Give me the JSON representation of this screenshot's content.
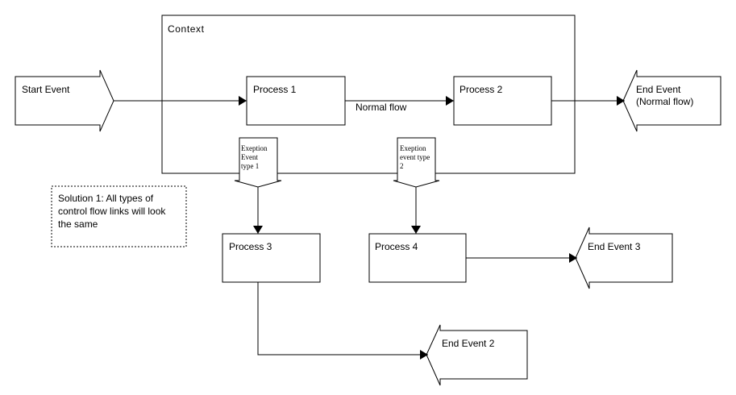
{
  "context": {
    "label": "Context"
  },
  "start_event": {
    "label": "Start Event"
  },
  "processes": {
    "p1": "Process 1",
    "p2": "Process 2",
    "p3": "Process 3",
    "p4": "Process 4"
  },
  "flow_labels": {
    "normal_flow": "Normal flow"
  },
  "end_events": {
    "normal": {
      "line1": "End Event",
      "line2": "(Normal flow)"
    },
    "e2": "End Event 2",
    "e3": "End Event 3"
  },
  "exceptions": {
    "type1": {
      "line1": "Exeption",
      "line2": "Event",
      "line3": "type 1"
    },
    "type2": {
      "line1": "Exeption",
      "line2": "event type",
      "line3": "2"
    }
  },
  "note": {
    "line1": "Solution 1:  All types of",
    "line2": "control flow links will look",
    "line3": "the same"
  },
  "colors": {
    "stroke": "#000000",
    "fill": "#ffffff"
  }
}
